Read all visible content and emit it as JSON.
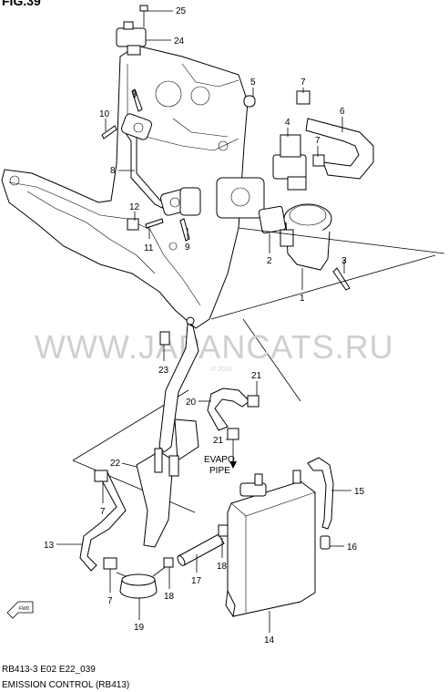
{
  "figure_title": "FIG.39",
  "watermark": "WWW.JAPANCATS.RU",
  "copyright": "© 2010",
  "evap_label_1": "EVAPO",
  "evap_label_2": "PIPE",
  "footer_code": "RB413-3 E02 E22_039",
  "footer_title": "EMISSION CONTROL (RB413)",
  "fwd_label": "FWD",
  "callouts": [
    {
      "id": "c25",
      "text": "25"
    },
    {
      "id": "c24",
      "text": "24"
    },
    {
      "id": "c5",
      "text": "5"
    },
    {
      "id": "c7a",
      "text": "7"
    },
    {
      "id": "c6",
      "text": "6"
    },
    {
      "id": "c9a",
      "text": "9"
    },
    {
      "id": "c10",
      "text": "10"
    },
    {
      "id": "c4",
      "text": "4"
    },
    {
      "id": "c7b",
      "text": "7"
    },
    {
      "id": "c8",
      "text": "8"
    },
    {
      "id": "c12",
      "text": "12"
    },
    {
      "id": "c11",
      "text": "11"
    },
    {
      "id": "c9b",
      "text": "9"
    },
    {
      "id": "c2",
      "text": "2"
    },
    {
      "id": "c3",
      "text": "3"
    },
    {
      "id": "c1",
      "text": "1"
    },
    {
      "id": "c23",
      "text": "23"
    },
    {
      "id": "c21a",
      "text": "21"
    },
    {
      "id": "c20",
      "text": "20"
    },
    {
      "id": "c21b",
      "text": "21"
    },
    {
      "id": "c22",
      "text": "22"
    },
    {
      "id": "c15",
      "text": "15"
    },
    {
      "id": "c7c",
      "text": "7"
    },
    {
      "id": "c13",
      "text": "13"
    },
    {
      "id": "c16",
      "text": "16"
    },
    {
      "id": "c18a",
      "text": "18"
    },
    {
      "id": "c17",
      "text": "17"
    },
    {
      "id": "c18b",
      "text": "18"
    },
    {
      "id": "c7d",
      "text": "7"
    },
    {
      "id": "c19",
      "text": "19"
    },
    {
      "id": "c14",
      "text": "14"
    }
  ]
}
